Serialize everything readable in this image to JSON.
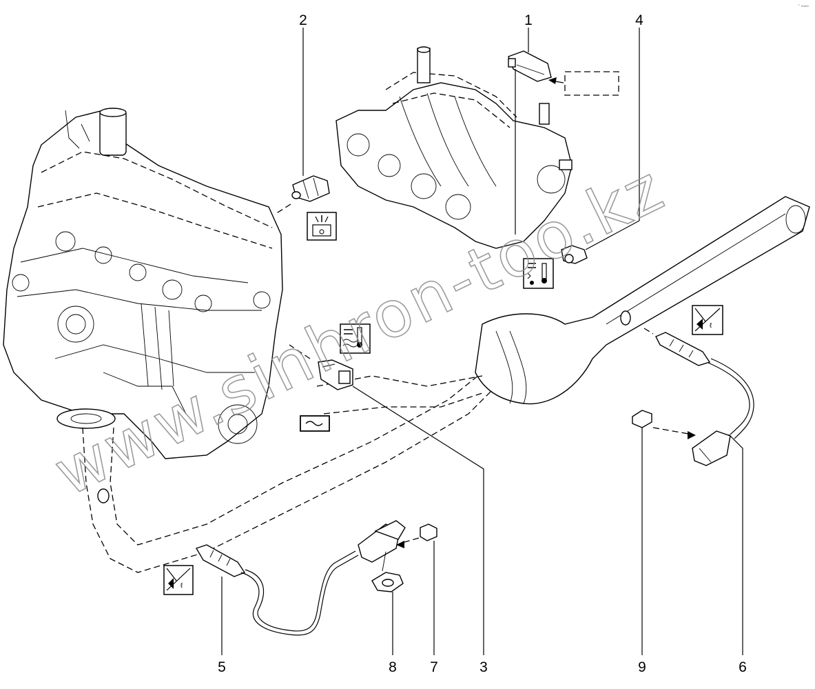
{
  "watermark": "www.sinhron-too.kz",
  "corner_mark": "⁼ ₘₘₘ",
  "callouts": [
    {
      "id": "1",
      "label": "1"
    },
    {
      "id": "2",
      "label": "2"
    },
    {
      "id": "3",
      "label": "3"
    },
    {
      "id": "4",
      "label": "4"
    },
    {
      "id": "5",
      "label": "5"
    },
    {
      "id": "6",
      "label": "6"
    },
    {
      "id": "7",
      "label": "7"
    },
    {
      "id": "8",
      "label": "8"
    },
    {
      "id": "9",
      "label": "9"
    }
  ],
  "symbols": [
    {
      "name": "oil-pressure-symbol"
    },
    {
      "name": "manifold-pressure-symbol"
    },
    {
      "name": "coolant-temperature-symbol"
    },
    {
      "name": "upstream-oxygen-sensor-symbol"
    },
    {
      "name": "downstream-oxygen-sensor-symbol"
    },
    {
      "name": "sealant-symbol"
    },
    {
      "name": "remove-part-symbol"
    }
  ]
}
